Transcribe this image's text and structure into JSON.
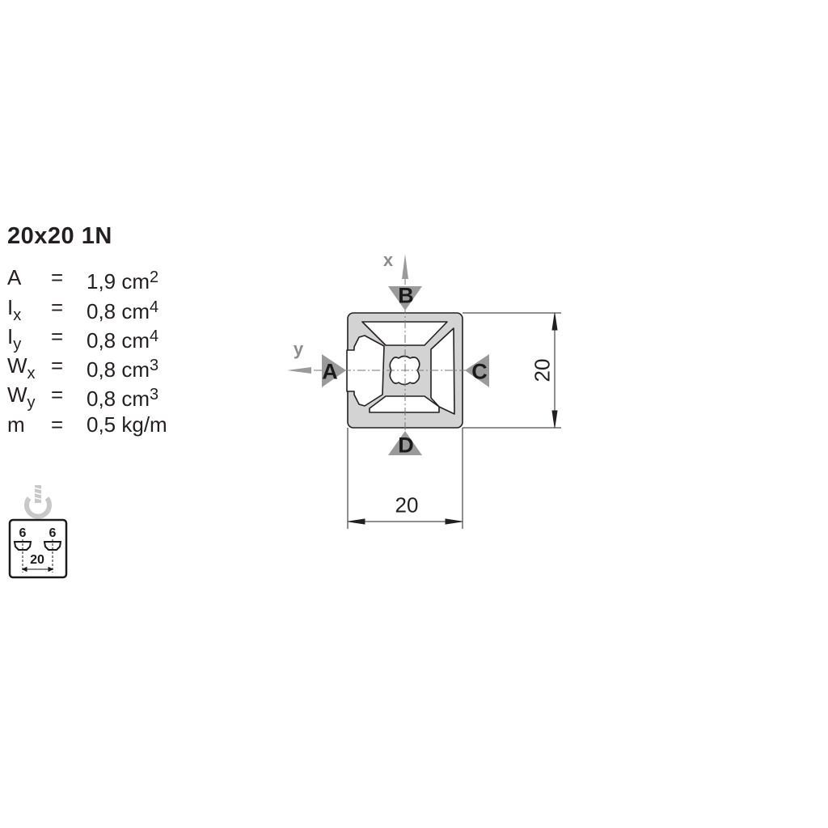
{
  "profile": {
    "title": "20x20 1N",
    "properties": [
      {
        "symbol": "A",
        "sub": "",
        "eq": "=",
        "value": "1,9 cm",
        "exp": "2"
      },
      {
        "symbol": "I",
        "sub": "x",
        "eq": "=",
        "value": "0,8 cm",
        "exp": "4"
      },
      {
        "symbol": "I",
        "sub": "y",
        "eq": "=",
        "value": "0,8 cm",
        "exp": "4"
      },
      {
        "symbol": "W",
        "sub": "x",
        "eq": "=",
        "value": "0,8 cm",
        "exp": "3"
      },
      {
        "symbol": "W",
        "sub": "y",
        "eq": "=",
        "value": "0,8 cm",
        "exp": "3"
      },
      {
        "symbol": "m",
        "sub": "",
        "eq": "=",
        "value": "0,5 kg/m",
        "exp": ""
      }
    ]
  },
  "drawing": {
    "axis_x": "x",
    "axis_y": "y",
    "sides": {
      "a": "A",
      "b": "B",
      "c": "C",
      "d": "D"
    },
    "width_dim": "20",
    "height_dim": "20"
  },
  "slot_icon": {
    "left": "6",
    "right": "6",
    "spacing": "20"
  },
  "colors": {
    "profile_fill": "#d3d3d3",
    "marker_gray": "#9a9a9a",
    "line": "#231f20"
  }
}
